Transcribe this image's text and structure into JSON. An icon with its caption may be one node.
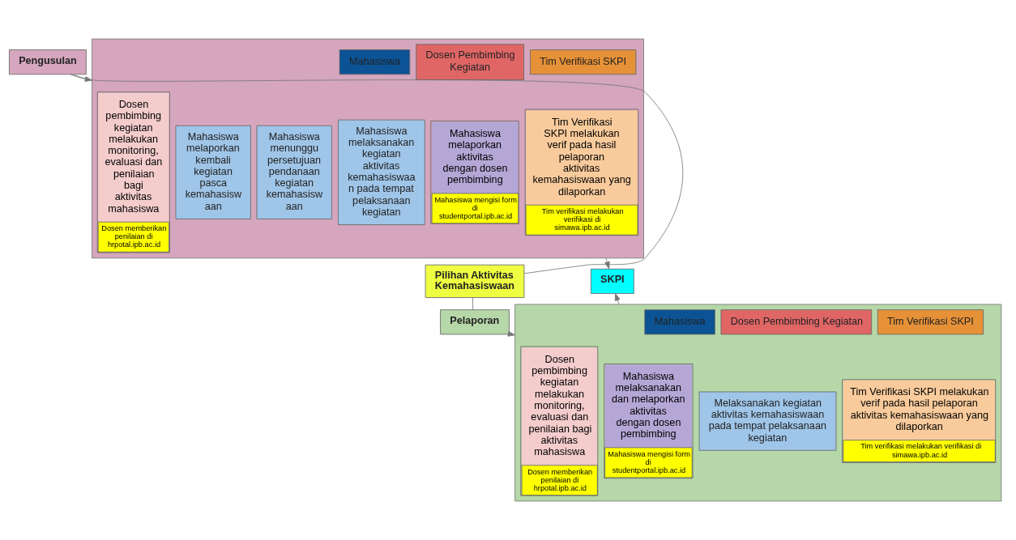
{
  "diagram": {
    "nodes": [
      {
        "text": [
          "Pengusulan"
        ]
      },
      {
        "text": [
          "Pilihan Aktivitas Kemahasiswaan"
        ]
      },
      {
        "text": [
          "Pelaporan"
        ]
      },
      {
        "text": [],
        "shape": "box"
      },
      {
        "text": [
          "Mahasiswa"
        ],
        "in": 3
      },
      {
        "text": [
          "Dosen Pembimbing Kegiatan"
        ],
        "in": 3
      },
      {
        "text": [
          "Tim Verifikasi SKPI"
        ],
        "in": 3
      },
      {
        "text": [
          "Mahasiswa melaporkan aktivitas dengan dosen pembimbing",
          "Mahasiswa mengisi form di studentportal.ipb.ac.id"
        ],
        "in": 3
      },
      {
        "text": [
          "Mahasiswa melaksanakan kegiatan aktivitas kemahasiswaa n pada tempat pelaksanaan kegiatan"
        ],
        "in": 3
      },
      {
        "text": [
          "Mahasiswa menunggu persetujuan pendanaan kegiatan kemahasisw aan"
        ],
        "in": 3
      },
      {
        "text": [
          "Mahasiswa melaporkan kembali kegiatan pasca kemahasisw aan"
        ],
        "in": 3
      },
      {
        "text": [
          "Dosen pembimbing kegiatan melakukan monitoring, evaluasi dan penilaian bagi aktivitas mahasiswa",
          "Dosen memberikan penilaian di hrpotal.ipb.ac.id"
        ],
        "in": 3
      },
      {
        "text": [
          "Tim Verifikasi SKPI melakukan verif pada hasil pelaporan aktivitas kemahasiswaan yang dilaporkan",
          "Tim verifikasi melakukan verifikasi di simawa.ipb.ac.id"
        ],
        "in": 3
      },
      {
        "text": [],
        "shape": "box"
      },
      {
        "text": [
          "Mahasiswa"
        ],
        "in": 13
      },
      {
        "text": [
          "Dosen Pembimbing Kegiatan"
        ],
        "in": 13
      },
      {
        "text": [
          "Tim Verifikasi SKPI"
        ],
        "in": 13
      },
      {
        "text": [
          "Melaksanakan kegiatan aktivitas kemahasiswaan pada tempat pelaksanaan kegiatan"
        ],
        "in": 13
      },
      {
        "text": [
          "Mahasiswa melaksanakan dan melaporkan aktivitas dengan dosen pembimbing",
          "Mahasiswa mengisi form di studentportal.ipb.ac.id"
        ],
        "in": 13
      },
      {
        "text": [
          "Dosen pembimbing kegiatan melakukan monitoring, evaluasi dan penilaian bagi aktivitas mahasiswa",
          "Dosen memberikan penilaian di hrpotal.ipb.ac.id"
        ],
        "in": 13
      },
      {
        "text": [
          "Tim Verifikasi SKPI melakukan verif pada hasil pelaporan aktivitas kemahasiswaan yang dilaporkan",
          "Tim verifikasi melakukan verifikasi di simawa.ipb.ac.id"
        ],
        "in": 13
      },
      {
        "text": [
          "SKPI"
        ]
      }
    ],
    "edges": [
      {
        "from": 1,
        "to": 0,
        "arrow": "none"
      },
      {
        "from": 1,
        "to": 2,
        "arrow": "none"
      },
      {
        "from": 0,
        "to": 3,
        "arrow": "to"
      },
      {
        "from": 2,
        "to": 13,
        "arrow": "to"
      },
      {
        "from": 3,
        "to": 21,
        "arrow": "to"
      },
      {
        "from": 13,
        "to": 21,
        "arrow": "to"
      }
    ]
  }
}
